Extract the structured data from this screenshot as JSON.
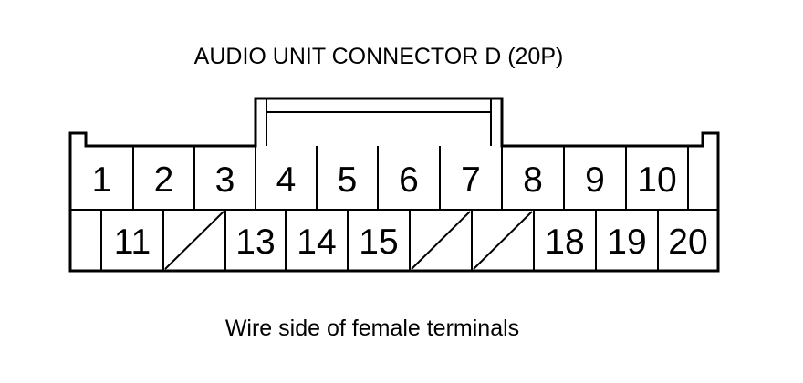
{
  "title": "AUDIO UNIT CONNECTOR D (20P)",
  "caption": "Wire side of female terminals",
  "colors": {
    "line": "#000000",
    "background": "#ffffff"
  },
  "connector": {
    "top_row": [
      {
        "label": "1",
        "empty": false
      },
      {
        "label": "2",
        "empty": false
      },
      {
        "label": "3",
        "empty": false
      },
      {
        "label": "4",
        "empty": false
      },
      {
        "label": "5",
        "empty": false
      },
      {
        "label": "6",
        "empty": false
      },
      {
        "label": "7",
        "empty": false
      },
      {
        "label": "8",
        "empty": false
      },
      {
        "label": "9",
        "empty": false
      },
      {
        "label": "10",
        "empty": false
      },
      {
        "label": "",
        "empty": true
      }
    ],
    "bottom_row": [
      {
        "label": "",
        "empty": true
      },
      {
        "label": "11",
        "empty": false
      },
      {
        "label": "",
        "empty": true
      },
      {
        "label": "13",
        "empty": false
      },
      {
        "label": "14",
        "empty": false
      },
      {
        "label": "15",
        "empty": false
      },
      {
        "label": "",
        "empty": true
      },
      {
        "label": "",
        "empty": true
      },
      {
        "label": "18",
        "empty": false
      },
      {
        "label": "19",
        "empty": false
      },
      {
        "label": "20",
        "empty": false
      }
    ]
  }
}
